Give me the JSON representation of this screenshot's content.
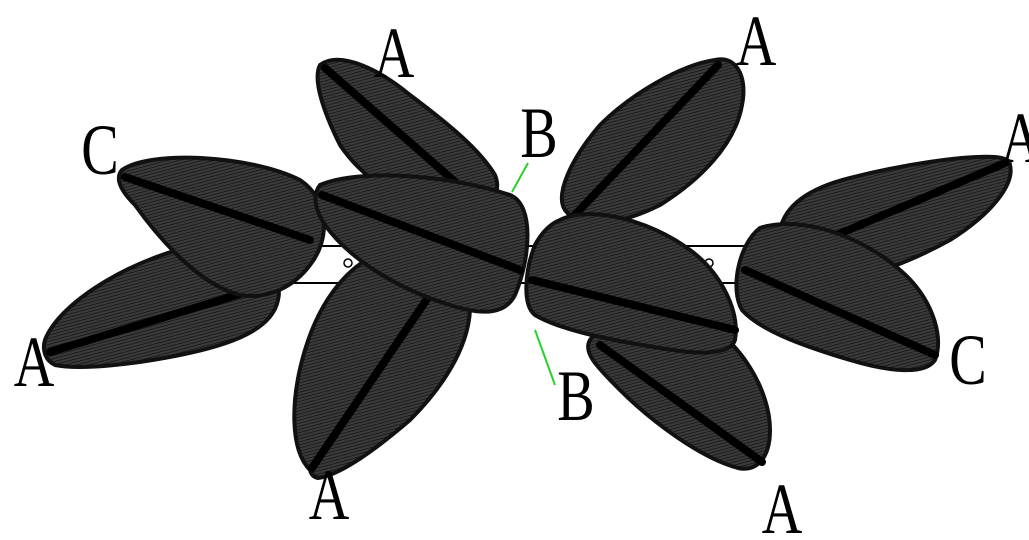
{
  "diagram": {
    "labels": {
      "a1": "A",
      "a2": "A",
      "a3": "A",
      "a4": "A",
      "a5": "A",
      "a6": "A",
      "b1": "B",
      "b2": "B",
      "c1": "C",
      "c2": "C"
    },
    "colors": {
      "background": "#ffffff",
      "petal_fill": "#3a3a3a",
      "petal_edge": "#111111",
      "hatch": "#0b0b0b",
      "vein": "#000000",
      "leader": "#29d12b",
      "strip": "#000000",
      "label": "#000000"
    }
  }
}
